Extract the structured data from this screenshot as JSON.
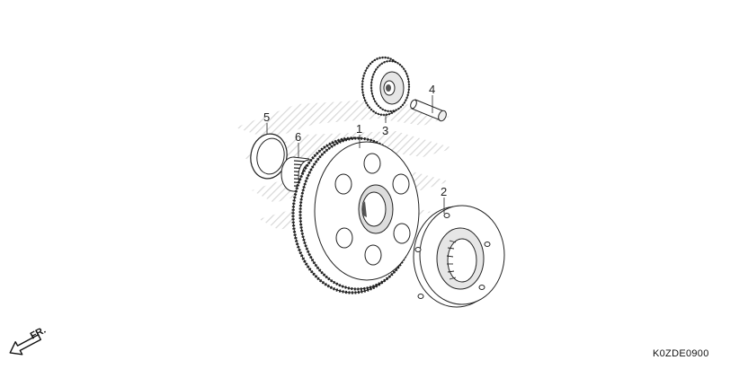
{
  "diagram": {
    "code": "K0ZDE0900",
    "direction_label": "FR.",
    "parts": [
      {
        "ref": "1",
        "shape": "starter-driven-gear"
      },
      {
        "ref": "2",
        "shape": "one-way-clutch"
      },
      {
        "ref": "3",
        "shape": "reduction-gear"
      },
      {
        "ref": "4",
        "shape": "shaft-pin"
      },
      {
        "ref": "5",
        "shape": "thin-washer"
      },
      {
        "ref": "6",
        "shape": "needle-bearing"
      }
    ],
    "colors": {
      "line": "#222222",
      "part_fill": "#ffffff",
      "shade": "#d8d8d8",
      "dark": "#555555",
      "watermark": "#d0d0d0"
    },
    "icons": {
      "direction": "front-arrow-icon",
      "watermark": "wing-logo-watermark"
    }
  }
}
